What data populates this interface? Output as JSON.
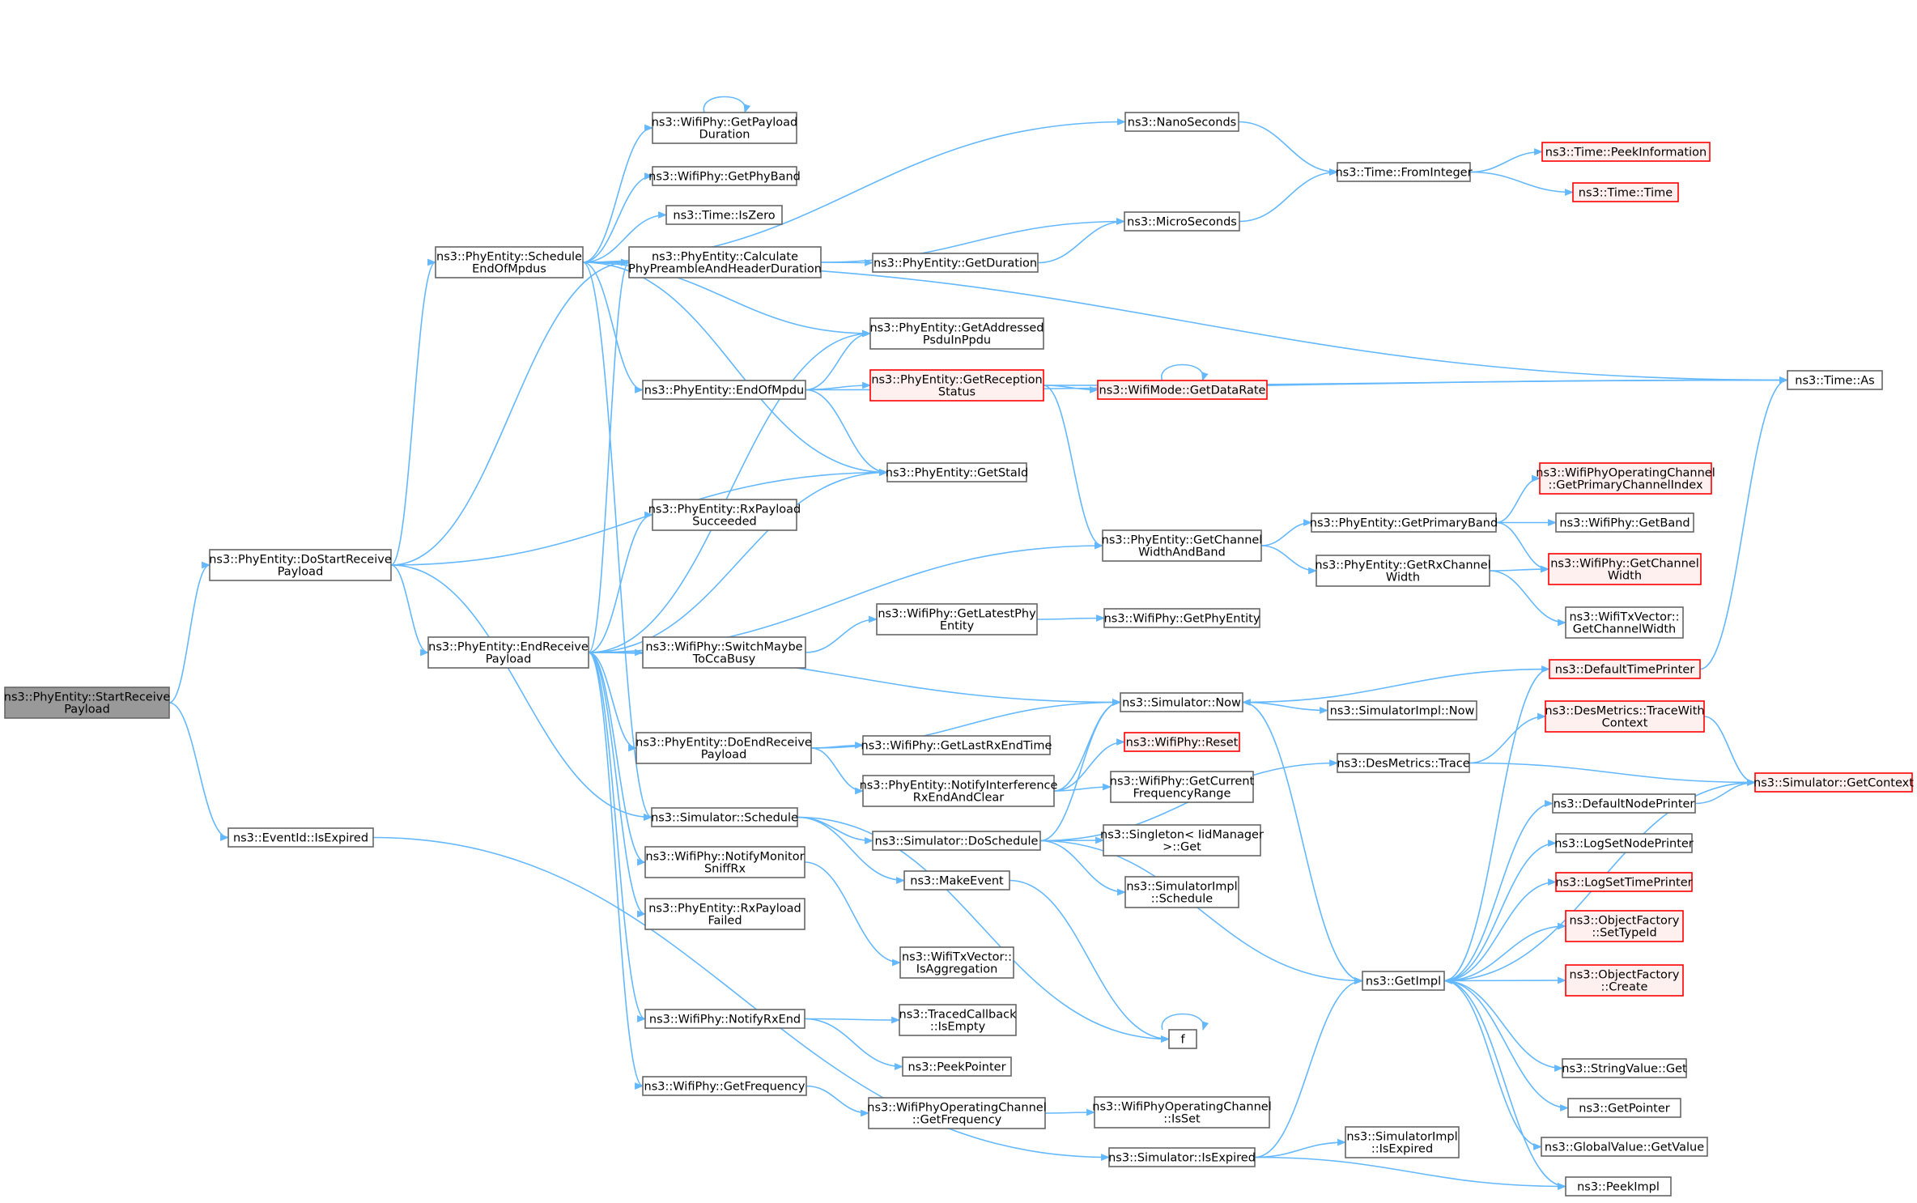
{
  "colors": {
    "edge": "#63b8ff",
    "node_border": "#666666",
    "node_fill": "#ffffff",
    "root_fill": "#999999",
    "trunc_border": "#ff0000",
    "trunc_fill": "#fff0f0",
    "text": "#000000"
  },
  "nodes": [
    {
      "id": "root",
      "lines": [
        "ns3::PhyEntity::StartReceive",
        "Payload"
      ],
      "kind": "root"
    },
    {
      "id": "doStart",
      "lines": [
        "ns3::PhyEntity::DoStartReceive",
        "Payload"
      ],
      "kind": "normal"
    },
    {
      "id": "evExp",
      "lines": [
        "ns3::EventId::IsExpired"
      ],
      "kind": "normal"
    },
    {
      "id": "sched",
      "lines": [
        "ns3::PhyEntity::Schedule",
        "EndOfMpdus"
      ],
      "kind": "normal"
    },
    {
      "id": "endRx",
      "lines": [
        "ns3::PhyEntity::EndReceive",
        "Payload"
      ],
      "kind": "normal"
    },
    {
      "id": "getPayDur",
      "lines": [
        "ns3::WifiPhy::GetPayload",
        "Duration"
      ],
      "kind": "normal"
    },
    {
      "id": "getPhyBand",
      "lines": [
        "ns3::WifiPhy::GetPhyBand"
      ],
      "kind": "normal"
    },
    {
      "id": "isZero",
      "lines": [
        "ns3::Time::IsZero"
      ],
      "kind": "normal"
    },
    {
      "id": "calcPre",
      "lines": [
        "ns3::PhyEntity::Calculate",
        "PhyPreambleAndHeaderDuration"
      ],
      "kind": "normal"
    },
    {
      "id": "endMpdu",
      "lines": [
        "ns3::PhyEntity::EndOfMpdu"
      ],
      "kind": "normal"
    },
    {
      "id": "rxSucc",
      "lines": [
        "ns3::PhyEntity::RxPayload",
        "Succeeded"
      ],
      "kind": "normal"
    },
    {
      "id": "switchCca",
      "lines": [
        "ns3::WifiPhy::SwitchMaybe",
        "ToCcaBusy"
      ],
      "kind": "normal"
    },
    {
      "id": "doEndRx",
      "lines": [
        "ns3::PhyEntity::DoEndReceive",
        "Payload"
      ],
      "kind": "normal"
    },
    {
      "id": "simSched",
      "lines": [
        "ns3::Simulator::Schedule"
      ],
      "kind": "normal"
    },
    {
      "id": "notifMon",
      "lines": [
        "ns3::WifiPhy::NotifyMonitor",
        "SniffRx"
      ],
      "kind": "normal"
    },
    {
      "id": "rxFail",
      "lines": [
        "ns3::PhyEntity::RxPayload",
        "Failed"
      ],
      "kind": "normal"
    },
    {
      "id": "notifRxEnd",
      "lines": [
        "ns3::WifiPhy::NotifyRxEnd"
      ],
      "kind": "normal"
    },
    {
      "id": "getFreq",
      "lines": [
        "ns3::WifiPhy::GetFrequency"
      ],
      "kind": "normal"
    },
    {
      "id": "getDur",
      "lines": [
        "ns3::PhyEntity::GetDuration"
      ],
      "kind": "normal"
    },
    {
      "id": "getAddr",
      "lines": [
        "ns3::PhyEntity::GetAddressed",
        "PsduInPpdu"
      ],
      "kind": "normal"
    },
    {
      "id": "getRecSt",
      "lines": [
        "ns3::PhyEntity::GetReception",
        "Status"
      ],
      "kind": "trunc"
    },
    {
      "id": "getStaId",
      "lines": [
        "ns3::PhyEntity::GetStaId"
      ],
      "kind": "normal"
    },
    {
      "id": "getLatest",
      "lines": [
        "ns3::WifiPhy::GetLatestPhy",
        "Entity"
      ],
      "kind": "normal"
    },
    {
      "id": "getLastRx",
      "lines": [
        "ns3::WifiPhy::GetLastRxEndTime"
      ],
      "kind": "normal"
    },
    {
      "id": "notifInt",
      "lines": [
        "ns3::PhyEntity::NotifyInterference",
        "RxEndAndClear"
      ],
      "kind": "normal"
    },
    {
      "id": "doSched",
      "lines": [
        "ns3::Simulator::DoSchedule"
      ],
      "kind": "normal"
    },
    {
      "id": "makeEv",
      "lines": [
        "ns3::MakeEvent"
      ],
      "kind": "normal"
    },
    {
      "id": "isAgg",
      "lines": [
        "ns3::WifiTxVector::",
        "IsAggregation"
      ],
      "kind": "normal"
    },
    {
      "id": "tcEmpty",
      "lines": [
        "ns3::TracedCallback",
        "::IsEmpty"
      ],
      "kind": "normal"
    },
    {
      "id": "peekPtr",
      "lines": [
        "ns3::PeekPointer"
      ],
      "kind": "normal"
    },
    {
      "id": "wocGetFreq",
      "lines": [
        "ns3::WifiPhyOperatingChannel",
        "::GetFrequency"
      ],
      "kind": "normal"
    },
    {
      "id": "nanoSec",
      "lines": [
        "ns3::NanoSeconds"
      ],
      "kind": "normal"
    },
    {
      "id": "microSec",
      "lines": [
        "ns3::MicroSeconds"
      ],
      "kind": "normal"
    },
    {
      "id": "getDataRate",
      "lines": [
        "ns3::WifiMode::GetDataRate"
      ],
      "kind": "trunc"
    },
    {
      "id": "getChWB",
      "lines": [
        "ns3::PhyEntity::GetChannel",
        "WidthAndBand"
      ],
      "kind": "normal"
    },
    {
      "id": "getPhyEnt",
      "lines": [
        "ns3::WifiPhy::GetPhyEntity"
      ],
      "kind": "normal"
    },
    {
      "id": "simNow",
      "lines": [
        "ns3::Simulator::Now"
      ],
      "kind": "normal"
    },
    {
      "id": "reset",
      "lines": [
        "ns3::WifiPhy::Reset"
      ],
      "kind": "trunc"
    },
    {
      "id": "getCurFR",
      "lines": [
        "ns3::WifiPhy::GetCurrent",
        "FrequencyRange"
      ],
      "kind": "normal"
    },
    {
      "id": "singGet",
      "lines": [
        "ns3::Singleton< IidManager",
        ">::Get"
      ],
      "kind": "normal"
    },
    {
      "id": "siSched",
      "lines": [
        "ns3::SimulatorImpl",
        "::Schedule"
      ],
      "kind": "normal"
    },
    {
      "id": "fNode",
      "lines": [
        "f"
      ],
      "kind": "normal"
    },
    {
      "id": "wocIsSet",
      "lines": [
        "ns3::WifiPhyOperatingChannel",
        "::IsSet"
      ],
      "kind": "normal"
    },
    {
      "id": "simIsExp",
      "lines": [
        "ns3::Simulator::IsExpired"
      ],
      "kind": "normal"
    },
    {
      "id": "fromInt",
      "lines": [
        "ns3::Time::FromInteger"
      ],
      "kind": "normal"
    },
    {
      "id": "getPrimBand",
      "lines": [
        "ns3::PhyEntity::GetPrimaryBand"
      ],
      "kind": "normal"
    },
    {
      "id": "getRxChW",
      "lines": [
        "ns3::PhyEntity::GetRxChannel",
        "Width"
      ],
      "kind": "normal"
    },
    {
      "id": "siNow",
      "lines": [
        "ns3::SimulatorImpl::Now"
      ],
      "kind": "normal"
    },
    {
      "id": "desTrace",
      "lines": [
        "ns3::DesMetrics::Trace"
      ],
      "kind": "normal"
    },
    {
      "id": "getImpl",
      "lines": [
        "ns3::GetImpl"
      ],
      "kind": "normal"
    },
    {
      "id": "siIsExp",
      "lines": [
        "ns3::SimulatorImpl",
        "::IsExpired"
      ],
      "kind": "normal"
    },
    {
      "id": "peekInfo",
      "lines": [
        "ns3::Time::PeekInformation"
      ],
      "kind": "trunc"
    },
    {
      "id": "timeTime",
      "lines": [
        "ns3::Time::Time"
      ],
      "kind": "trunc"
    },
    {
      "id": "timeAs",
      "lines": [
        "ns3::Time::As"
      ],
      "kind": "normal"
    },
    {
      "id": "getPrimChIdx",
      "lines": [
        "ns3::WifiPhyOperatingChannel",
        "::GetPrimaryChannelIndex"
      ],
      "kind": "trunc"
    },
    {
      "id": "getBand",
      "lines": [
        "ns3::WifiPhy::GetBand"
      ],
      "kind": "normal"
    },
    {
      "id": "wpGetChW",
      "lines": [
        "ns3::WifiPhy::GetChannel",
        "Width"
      ],
      "kind": "trunc"
    },
    {
      "id": "txvGetChW",
      "lines": [
        "ns3::WifiTxVector::",
        "GetChannelWidth"
      ],
      "kind": "normal"
    },
    {
      "id": "defTimeP",
      "lines": [
        "ns3::DefaultTimePrinter"
      ],
      "kind": "trunc"
    },
    {
      "id": "desTraceCtx",
      "lines": [
        "ns3::DesMetrics::TraceWith",
        "Context"
      ],
      "kind": "trunc"
    },
    {
      "id": "getCtx",
      "lines": [
        "ns3::Simulator::GetContext"
      ],
      "kind": "trunc"
    },
    {
      "id": "defNodeP",
      "lines": [
        "ns3::DefaultNodePrinter"
      ],
      "kind": "normal"
    },
    {
      "id": "logSetNode",
      "lines": [
        "ns3::LogSetNodePrinter"
      ],
      "kind": "normal"
    },
    {
      "id": "logSetTime",
      "lines": [
        "ns3::LogSetTimePrinter"
      ],
      "kind": "trunc"
    },
    {
      "id": "ofSetType",
      "lines": [
        "ns3::ObjectFactory",
        "::SetTypeId"
      ],
      "kind": "trunc"
    },
    {
      "id": "ofCreate",
      "lines": [
        "ns3::ObjectFactory",
        "::Create"
      ],
      "kind": "trunc"
    },
    {
      "id": "strGet",
      "lines": [
        "ns3::StringValue::Get"
      ],
      "kind": "normal"
    },
    {
      "id": "getPtr",
      "lines": [
        "ns3::GetPointer"
      ],
      "kind": "normal"
    },
    {
      "id": "gvGet",
      "lines": [
        "ns3::GlobalValue::GetValue"
      ],
      "kind": "normal"
    },
    {
      "id": "peekImpl",
      "lines": [
        "ns3::PeekImpl"
      ],
      "kind": "normal"
    }
  ],
  "edges": [
    [
      "root",
      "doStart"
    ],
    [
      "root",
      "evExp"
    ],
    [
      "doStart",
      "sched"
    ],
    [
      "doStart",
      "calcPre"
    ],
    [
      "doStart",
      "getStaId"
    ],
    [
      "doStart",
      "endRx"
    ],
    [
      "doStart",
      "simSched"
    ],
    [
      "evExp",
      "simIsExp"
    ],
    [
      "sched",
      "getPayDur"
    ],
    [
      "sched",
      "getPhyBand"
    ],
    [
      "sched",
      "isZero"
    ],
    [
      "sched",
      "calcPre"
    ],
    [
      "sched",
      "nanoSec"
    ],
    [
      "sched",
      "timeAs"
    ],
    [
      "sched",
      "getAddr"
    ],
    [
      "sched",
      "endMpdu"
    ],
    [
      "sched",
      "getStaId"
    ],
    [
      "sched",
      "simSched"
    ],
    [
      "getPayDur",
      "getPayDur"
    ],
    [
      "calcPre",
      "microSec"
    ],
    [
      "calcPre",
      "getDur"
    ],
    [
      "getDur",
      "microSec"
    ],
    [
      "nanoSec",
      "fromInt"
    ],
    [
      "microSec",
      "fromInt"
    ],
    [
      "fromInt",
      "peekInfo"
    ],
    [
      "fromInt",
      "timeTime"
    ],
    [
      "endMpdu",
      "getAddr"
    ],
    [
      "endMpdu",
      "getRecSt"
    ],
    [
      "endMpdu",
      "getStaId"
    ],
    [
      "endMpdu",
      "timeAs"
    ],
    [
      "getRecSt",
      "getDataRate"
    ],
    [
      "getRecSt",
      "timeAs"
    ],
    [
      "getRecSt",
      "getChWB"
    ],
    [
      "getDataRate",
      "getDataRate"
    ],
    [
      "endRx",
      "calcPre"
    ],
    [
      "endRx",
      "getAddr"
    ],
    [
      "endRx",
      "getStaId"
    ],
    [
      "endRx",
      "rxSucc"
    ],
    [
      "endRx",
      "getChWB"
    ],
    [
      "endRx",
      "switchCca"
    ],
    [
      "endRx",
      "simNow"
    ],
    [
      "endRx",
      "doEndRx"
    ],
    [
      "endRx",
      "notifMon"
    ],
    [
      "endRx",
      "rxFail"
    ],
    [
      "endRx",
      "notifRxEnd"
    ],
    [
      "endRx",
      "getFreq"
    ],
    [
      "getChWB",
      "getPrimBand"
    ],
    [
      "getChWB",
      "getRxChW"
    ],
    [
      "getPrimBand",
      "getPrimChIdx"
    ],
    [
      "getPrimBand",
      "getBand"
    ],
    [
      "getPrimBand",
      "wpGetChW"
    ],
    [
      "getRxChW",
      "wpGetChW"
    ],
    [
      "getRxChW",
      "txvGetChW"
    ],
    [
      "switchCca",
      "getLatest"
    ],
    [
      "getLatest",
      "getPhyEnt"
    ],
    [
      "doEndRx",
      "simNow"
    ],
    [
      "doEndRx",
      "getLastRx"
    ],
    [
      "doEndRx",
      "notifInt"
    ],
    [
      "notifInt",
      "simNow"
    ],
    [
      "notifInt",
      "reset"
    ],
    [
      "notifInt",
      "getCurFR"
    ],
    [
      "simSched",
      "doSched"
    ],
    [
      "simSched",
      "makeEv"
    ],
    [
      "simSched",
      "fNode"
    ],
    [
      "doSched",
      "simNow"
    ],
    [
      "doSched",
      "singGet"
    ],
    [
      "doSched",
      "siSched"
    ],
    [
      "doSched",
      "desTrace"
    ],
    [
      "doSched",
      "getImpl"
    ],
    [
      "makeEv",
      "fNode"
    ],
    [
      "fNode",
      "fNode"
    ],
    [
      "notifMon",
      "isAgg"
    ],
    [
      "notifRxEnd",
      "tcEmpty"
    ],
    [
      "notifRxEnd",
      "peekPtr"
    ],
    [
      "getFreq",
      "wocGetFreq"
    ],
    [
      "wocGetFreq",
      "wocIsSet"
    ],
    [
      "simNow",
      "siNow"
    ],
    [
      "simNow",
      "getImpl"
    ],
    [
      "desTrace",
      "desTraceCtx"
    ],
    [
      "desTrace",
      "getCtx"
    ],
    [
      "desTraceCtx",
      "getCtx"
    ],
    [
      "simIsExp",
      "getImpl"
    ],
    [
      "simIsExp",
      "siIsExp"
    ],
    [
      "simIsExp",
      "peekImpl"
    ],
    [
      "getImpl",
      "defTimeP"
    ],
    [
      "getImpl",
      "defNodeP"
    ],
    [
      "getImpl",
      "logSetNode"
    ],
    [
      "getImpl",
      "logSetTime"
    ],
    [
      "getImpl",
      "ofSetType"
    ],
    [
      "getImpl",
      "ofCreate"
    ],
    [
      "getImpl",
      "strGet"
    ],
    [
      "getImpl",
      "getPtr"
    ],
    [
      "getImpl",
      "gvGet"
    ],
    [
      "getImpl",
      "peekImpl"
    ],
    [
      "defTimeP",
      "timeAs"
    ],
    [
      "defTimeP",
      "simNow"
    ],
    [
      "defNodeP",
      "getCtx"
    ],
    [
      "getCtx",
      "getImpl"
    ]
  ]
}
